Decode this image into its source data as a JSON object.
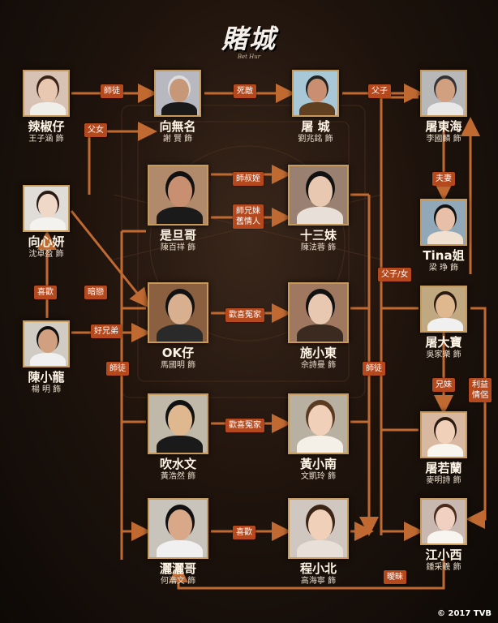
{
  "title": {
    "main": "賭城",
    "sub": "Bet Hur"
  },
  "copyright": "© 2017 TVB",
  "colors": {
    "line": "#c06a32",
    "label_bg": "#b5491e",
    "frame": "#c89a5a"
  },
  "characters": [
    {
      "id": "lajiaozai",
      "name": "辣椒仔",
      "actor": "王子涵 飾"
    },
    {
      "id": "xiangwuming",
      "name": "向無名",
      "actor": "謝 賢 飾"
    },
    {
      "id": "tucheng",
      "name": "屠 城",
      "actor": "劉兆銘 飾"
    },
    {
      "id": "tudonghai",
      "name": "屠東海",
      "actor": "李國麟 飾"
    },
    {
      "id": "xiangxinyan",
      "name": "向心妍",
      "actor": "沈卓盈 飾"
    },
    {
      "id": "shidange",
      "name": "是旦哥",
      "actor": "陳百祥 飾"
    },
    {
      "id": "shisanmei",
      "name": "十三妹",
      "actor": "陳法蓉 飾"
    },
    {
      "id": "tinajie",
      "name": "Tina姐",
      "actor": "梁 琤 飾"
    },
    {
      "id": "chenxiaolong",
      "name": "陳小龍",
      "actor": "楊 明 飾"
    },
    {
      "id": "okzai",
      "name": "OK仔",
      "actor": "馬國明 飾"
    },
    {
      "id": "shixiaodong",
      "name": "施小東",
      "actor": "佘詩曼 飾"
    },
    {
      "id": "tudabao",
      "name": "屠大寶",
      "actor": "吳家樂 飾"
    },
    {
      "id": "chuishuiwen",
      "name": "吹水文",
      "actor": "黃浩然 飾"
    },
    {
      "id": "huangxiaonan",
      "name": "黃小南",
      "actor": "文凱玲 飾"
    },
    {
      "id": "turuolan",
      "name": "屠若蘭",
      "actor": "麥明詩 飾"
    },
    {
      "id": "sasage",
      "name": "灑灑哥",
      "actor": "何浩文 飾"
    },
    {
      "id": "chengxiaobei",
      "name": "程小北",
      "actor": "高海寧 飾"
    },
    {
      "id": "jiangxiaoxi",
      "name": "江小西",
      "actor": "鍾采羲 飾"
    }
  ],
  "relations": [
    {
      "id": "r1",
      "label": "師徒"
    },
    {
      "id": "r2",
      "label": "死敵"
    },
    {
      "id": "r3",
      "label": "父子"
    },
    {
      "id": "r4",
      "label": "父女"
    },
    {
      "id": "r5",
      "label": "師叔姪"
    },
    {
      "id": "r6",
      "label": "夫妻"
    },
    {
      "id": "r7",
      "label": "師兄妹\n舊情人"
    },
    {
      "id": "r8",
      "label": "喜歡"
    },
    {
      "id": "r9",
      "label": "暗戀"
    },
    {
      "id": "r10",
      "label": "父子/女"
    },
    {
      "id": "r11",
      "label": "好兄弟"
    },
    {
      "id": "r12",
      "label": "歡喜冤家"
    },
    {
      "id": "r13",
      "label": "師徒"
    },
    {
      "id": "r14",
      "label": "師徒"
    },
    {
      "id": "r15",
      "label": "兄妹"
    },
    {
      "id": "r16",
      "label": "利益\n情侶"
    },
    {
      "id": "r17",
      "label": "歡喜冤家"
    },
    {
      "id": "r18",
      "label": "喜歡"
    },
    {
      "id": "r19",
      "label": "曖昧"
    }
  ]
}
